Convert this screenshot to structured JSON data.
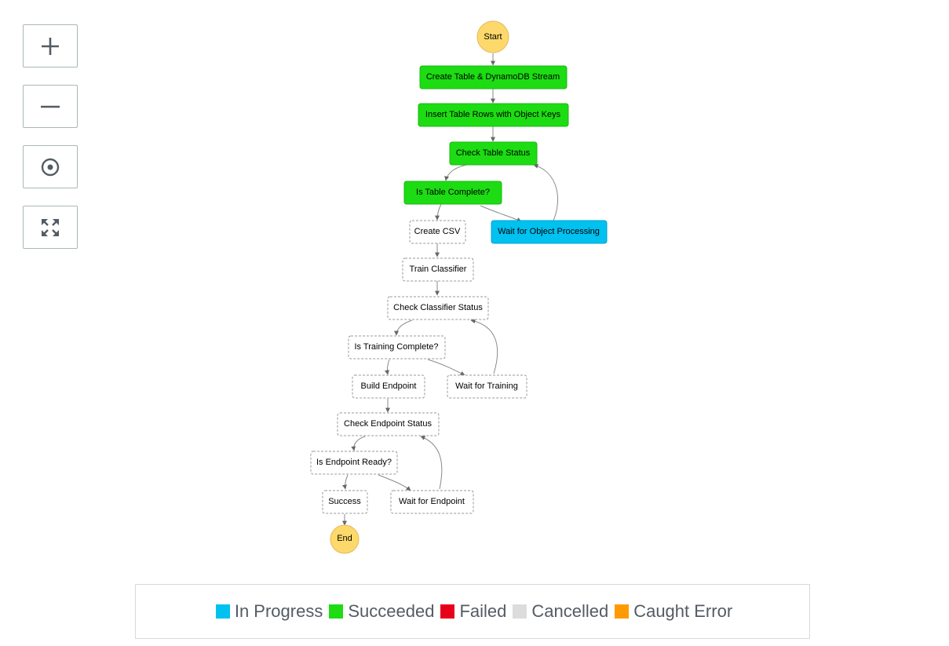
{
  "controls": {
    "zoom_in_icon": "plus-icon",
    "zoom_out_icon": "minus-icon",
    "center_icon": "target-icon",
    "fit_icon": "expand-icon"
  },
  "colors": {
    "succeeded": "#1ddc13",
    "in_progress": "#00c1f0",
    "failed": "#e7001b",
    "cancelled": "#dcdcdc",
    "caught_error": "#ff9a00",
    "terminal": "#fdd96b"
  },
  "nodes": [
    {
      "id": "start",
      "label": "Start",
      "kind": "terminal"
    },
    {
      "id": "create_table",
      "label": "Create Table & DynamoDB Stream",
      "status": "succeeded"
    },
    {
      "id": "insert_rows",
      "label": "Insert Table Rows with Object Keys",
      "status": "succeeded"
    },
    {
      "id": "check_table",
      "label": "Check Table Status",
      "status": "succeeded"
    },
    {
      "id": "is_table_complete",
      "label": "Is Table Complete?",
      "status": "succeeded"
    },
    {
      "id": "create_csv",
      "label": "Create CSV",
      "status": "not_started"
    },
    {
      "id": "wait_object",
      "label": "Wait for Object Processing",
      "status": "in_progress"
    },
    {
      "id": "train_classifier",
      "label": "Train Classifier",
      "status": "not_started"
    },
    {
      "id": "check_classifier",
      "label": "Check Classifier Status",
      "status": "not_started"
    },
    {
      "id": "is_training_complete",
      "label": "Is Training Complete?",
      "status": "not_started"
    },
    {
      "id": "build_endpoint",
      "label": "Build Endpoint",
      "status": "not_started"
    },
    {
      "id": "wait_training",
      "label": "Wait for Training",
      "status": "not_started"
    },
    {
      "id": "check_endpoint",
      "label": "Check Endpoint Status",
      "status": "not_started"
    },
    {
      "id": "is_endpoint_ready",
      "label": "Is Endpoint Ready?",
      "status": "not_started"
    },
    {
      "id": "success",
      "label": "Success",
      "status": "not_started"
    },
    {
      "id": "wait_endpoint",
      "label": "Wait for Endpoint",
      "status": "not_started"
    },
    {
      "id": "end",
      "label": "End",
      "kind": "terminal"
    }
  ],
  "legend": {
    "items": [
      {
        "label": "In Progress",
        "color": "#00c1f0"
      },
      {
        "label": "Succeeded",
        "color": "#1ddc13"
      },
      {
        "label": "Failed",
        "color": "#e7001b"
      },
      {
        "label": "Cancelled",
        "color": "#dcdcdc"
      },
      {
        "label": "Caught Error",
        "color": "#ff9a00"
      }
    ]
  }
}
